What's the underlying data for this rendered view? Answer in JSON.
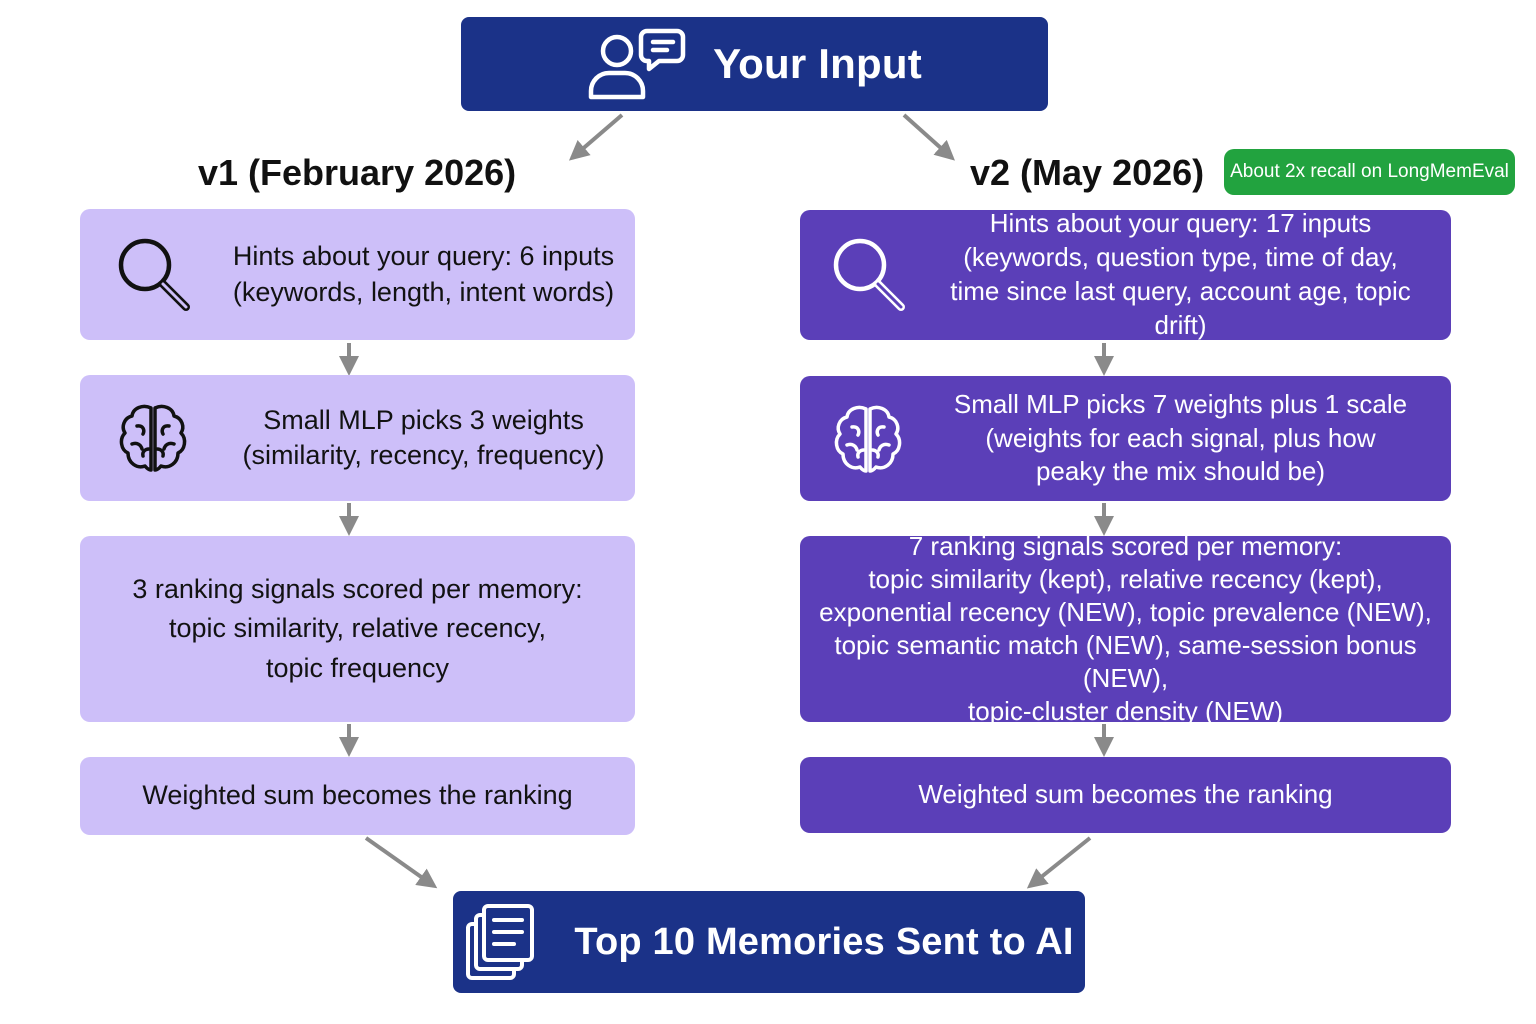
{
  "input_node": {
    "label": "Your Input",
    "icon": "user-chat-icon"
  },
  "output_node": {
    "label": "Top 10 Memories Sent to AI",
    "icon": "documents-stack-icon"
  },
  "v1": {
    "heading": "v1 (February 2026)",
    "steps": [
      {
        "icon": "magnifier-icon",
        "lines": [
          "Hints about your query: 6 inputs",
          "(keywords, length, intent words)"
        ]
      },
      {
        "icon": "brain-icon",
        "lines": [
          "Small MLP picks 3 weights",
          "(similarity, recency, frequency)"
        ]
      },
      {
        "lines": [
          "3 ranking signals scored per memory:",
          "topic similarity, relative recency,",
          "topic frequency"
        ]
      },
      {
        "lines": [
          "Weighted sum becomes the ranking"
        ]
      }
    ]
  },
  "v2": {
    "heading": "v2 (May 2026)",
    "badge": "About 2x recall on LongMemEval",
    "steps": [
      {
        "icon": "magnifier-icon",
        "lines": [
          "Hints about your query: 17 inputs",
          "(keywords, question type, time of day,",
          "time since last query, account age, topic drift)"
        ]
      },
      {
        "icon": "brain-icon",
        "lines": [
          "Small MLP picks 7 weights plus 1 scale",
          "(weights for each signal, plus how",
          "peaky the mix should be)"
        ]
      },
      {
        "lines": [
          "7 ranking signals scored per memory:",
          "topic similarity (kept), relative recency (kept),",
          "exponential recency (NEW), topic prevalence (NEW),",
          "topic semantic match (NEW), same-session bonus (NEW),",
          "topic-cluster density (NEW)"
        ]
      },
      {
        "lines": [
          "Weighted sum becomes the ranking"
        ]
      }
    ]
  },
  "colors": {
    "dark_node": "#1b3288",
    "v1_box": "#cdbff9",
    "v2_box": "#5b3fb8",
    "badge": "#22a33f",
    "connector": "#8a8a8a"
  }
}
